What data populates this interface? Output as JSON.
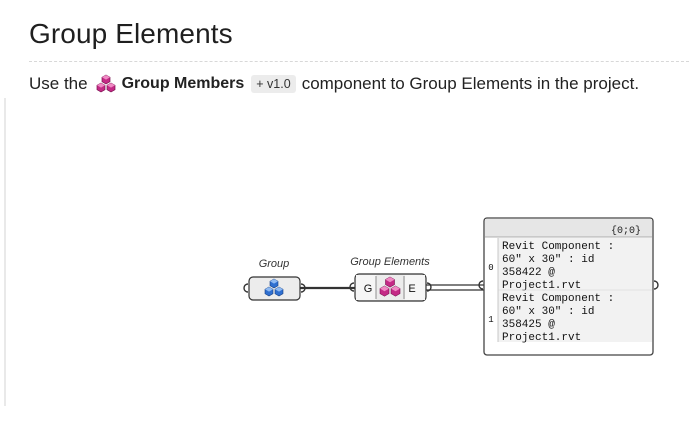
{
  "page": {
    "title": "Group Elements",
    "intro": {
      "prefix": "Use the",
      "component_icon": "group-members-icon",
      "component_name": "Group Members",
      "version": "+ v1.0",
      "suffix": "component to Group Elements in the project."
    }
  },
  "canvas": {
    "param_node": {
      "label": "Group",
      "icon": "group-param-icon"
    },
    "component_node": {
      "label": "Group Elements",
      "input": "G",
      "output": "E",
      "icon": "group-members-icon"
    },
    "panel": {
      "path": "{0;0}",
      "items": [
        {
          "index": "0",
          "lines": [
            "Revit Component :",
            "60\" x 30\" : id",
            "358422 @",
            "Project1.rvt"
          ]
        },
        {
          "index": "1",
          "lines": [
            "Revit Component :",
            "60\" x 30\" : id",
            "358425 @",
            "Project1.rvt"
          ]
        }
      ]
    }
  },
  "colors": {
    "param_hex": "#2f6fd0",
    "component_hex": "#c42a86",
    "panel_bg": "#f2f2f2"
  }
}
